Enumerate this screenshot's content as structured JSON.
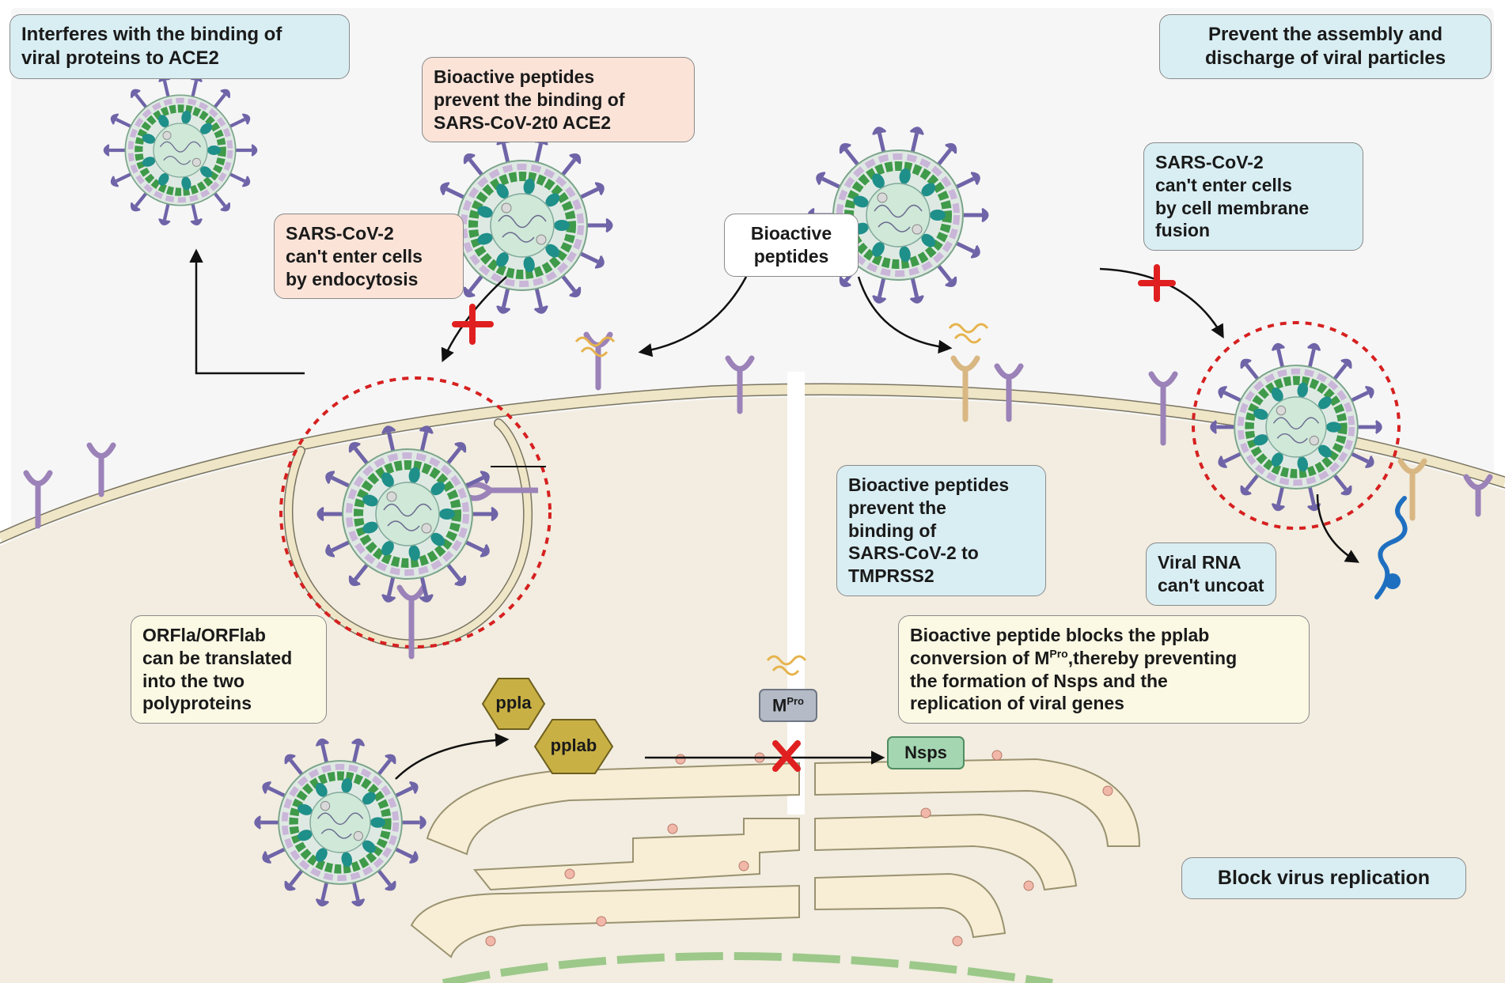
{
  "labels": {
    "ace2_interfere": [
      "Interferes with the binding of",
      "viral proteins to ACE2"
    ],
    "bp_prevent_ace2": [
      "Bioactive peptides",
      "prevent the binding of",
      "SARS-CoV-2t0 ACE2"
    ],
    "assembly": [
      "Prevent the assembly and",
      "discharge of viral particles"
    ],
    "no_membrane_fusion": [
      "SARS-CoV-2",
      "can't enter cells",
      "by cell membrane",
      "fusion"
    ],
    "no_endocytosis": [
      "SARS-CoV-2",
      "can't enter cells",
      "by endocytosis"
    ],
    "bioactive_peptides": [
      "Bioactive",
      "peptides"
    ],
    "bp_prevent_tmprss2": [
      "Bioactive peptides",
      "prevent the",
      "binding of",
      "SARS-CoV-2 to",
      "TMPRSS2"
    ],
    "viral_rna": [
      "Viral RNA",
      "can't uncoat"
    ],
    "mpro_block": [
      "Bioactive peptide blocks the pplab",
      "conversion of MPro,thereby preventing",
      "the formation of Nsps and the",
      "replication of viral genes"
    ],
    "orf_translate": [
      "ORFla/ORFlab",
      "can be translated",
      "into the two",
      "polyproteins"
    ],
    "block_replication": "Block virus replication"
  },
  "molecules": {
    "ppla": "ppla",
    "pplab": "pplab",
    "mpro_main": "M",
    "mpro_sup": "Pro",
    "nsps": "Nsps"
  },
  "colors": {
    "cell": "#f2ede0",
    "membrane": "#efe6c8",
    "receptor": "#9b82b8",
    "tmprss2": "#d9b783",
    "spike": "#6f64a8",
    "envelope_green": "#3f9a4a",
    "nucleocapsid": "#1f8f8a",
    "block_red": "#e02020",
    "er": "#f8eed6",
    "ribosome": "#f1b7a8"
  }
}
